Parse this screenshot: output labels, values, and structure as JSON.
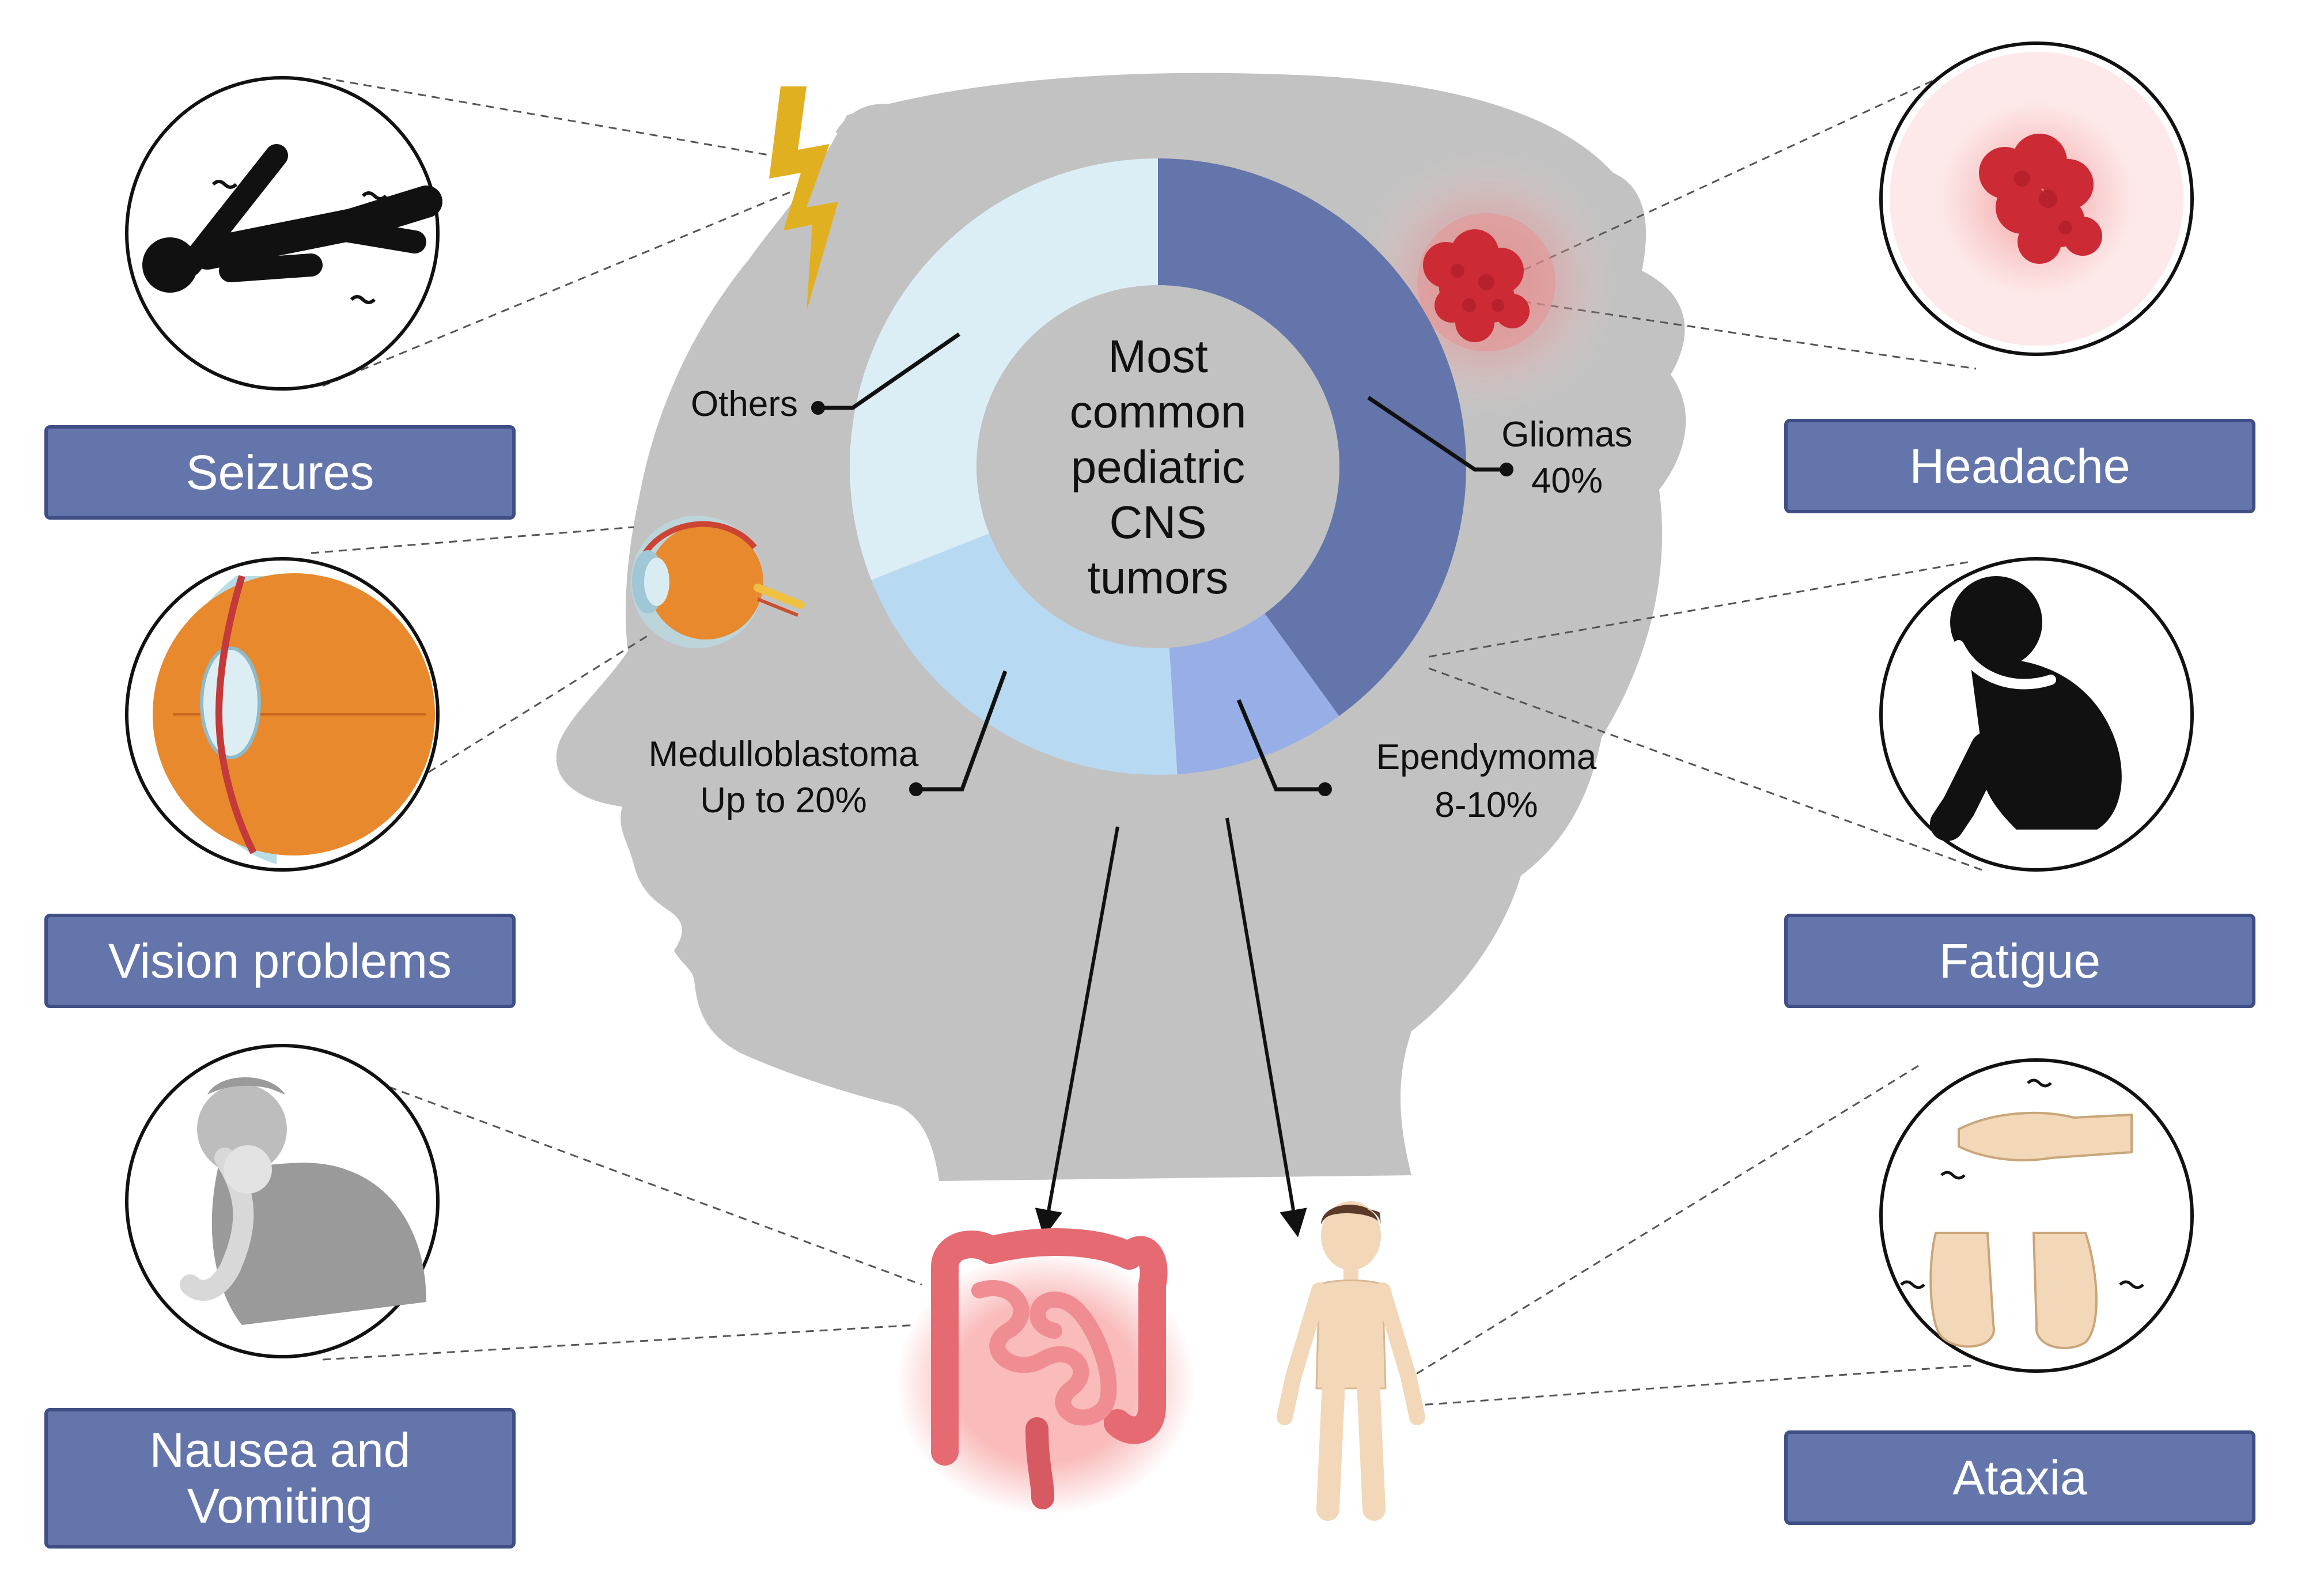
{
  "diagram": {
    "center_label": "Most\ncommon\npediatric\nCNS\ntumors",
    "chart_data": {
      "type": "pie",
      "title": "",
      "slices": [
        {
          "label": "Gliomas",
          "value_label": "40%",
          "value": 40,
          "color": "#6475ab"
        },
        {
          "label": "Ependymoma",
          "value_label": "8-10%",
          "value": 9,
          "color": "#97aee6"
        },
        {
          "label": "Medulloblastoma",
          "value_label": "Up to 20%",
          "value": 20,
          "color": "#b7d9f2"
        },
        {
          "label": "Others",
          "value_label": "",
          "value": 31,
          "color": "#dbeef5"
        }
      ]
    },
    "symptoms_left": [
      "Seizures",
      "Vision problems",
      "Nausea and\nVomiting"
    ],
    "symptoms_right": [
      "Headache",
      "Fatigue",
      "Ataxia"
    ],
    "colors": {
      "head": "#c2c2c2",
      "box_fill": "#6475ab",
      "box_border": "#3f4f86",
      "lightning": "#e0b020",
      "tumor": "#cc2a35",
      "eye": "#e8892e",
      "skin": "#f2d7b8",
      "intestine": "#e56a72"
    }
  }
}
